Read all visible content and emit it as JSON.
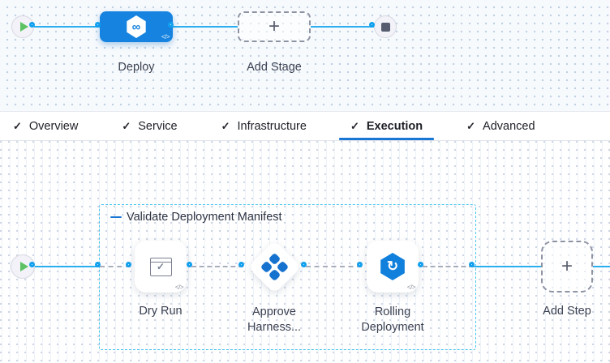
{
  "stage_pipeline": {
    "stage": {
      "label": "Deploy"
    },
    "add_stage": {
      "label": "Add Stage",
      "plus": "+"
    },
    "code_icon": "</>"
  },
  "tabs": {
    "check_glyph": "✓",
    "items": [
      {
        "label": "Overview",
        "checked": true,
        "active": false
      },
      {
        "label": "Service",
        "checked": true,
        "active": false
      },
      {
        "label": "Infrastructure",
        "checked": true,
        "active": false
      },
      {
        "label": "Execution",
        "checked": true,
        "active": true
      },
      {
        "label": "Advanced",
        "checked": true,
        "active": false
      }
    ]
  },
  "execution": {
    "group": {
      "label": "Validate Deployment Manifest"
    },
    "steps": [
      {
        "label": "Dry Run"
      },
      {
        "label": "Approve Harness..."
      },
      {
        "label": "Rolling Deployment"
      }
    ],
    "add_step": {
      "label": "Add Step",
      "plus": "+"
    },
    "code_icon": "</>"
  },
  "icons": {
    "deploy_glyph": "∞",
    "rolling_glyph": "↻",
    "dryrun_check": "✓"
  },
  "colors": {
    "stage_blue": "#1583df",
    "flow_cyan": "#2aaef0",
    "port_ring": "#12a0ee",
    "group_border": "#49c5f1",
    "active_tab_underline": "#1a76d4",
    "play_green": "#5cc263",
    "stop_gray": "#575c6e"
  }
}
